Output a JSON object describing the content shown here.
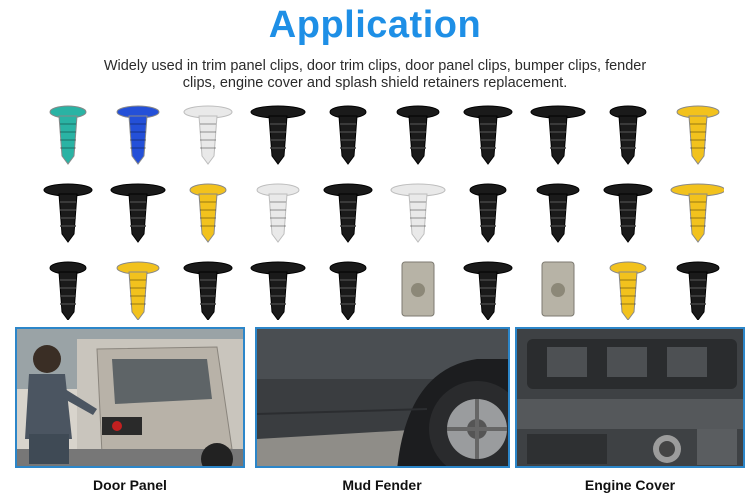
{
  "header": {
    "title": "Application",
    "description": "Widely used in trim panel clips, door trim clips, door panel clips, bumper clips, fender clips, engine cover and splash shield retainers replacement."
  },
  "colors": {
    "title_blue": "#1e8fe6",
    "panel_border": "#2c86c9",
    "clip_black": "#1a1a1a",
    "clip_teal": "#2ab3a4",
    "clip_blue": "#2450d8",
    "clip_white": "#e9e9e9",
    "clip_yellow": "#f2c21d",
    "clip_metal": "#b7b3a6"
  },
  "clips": [
    {
      "name": "teal-trim-clip-icon",
      "color": "teal"
    },
    {
      "name": "blue-trim-clip-icon",
      "color": "blue"
    },
    {
      "name": "white-trim-clip-icon",
      "color": "white"
    },
    {
      "name": "black-panel-clip-icon",
      "color": "black"
    },
    {
      "name": "black-fir-tree-clip-icon",
      "color": "black"
    },
    {
      "name": "black-push-rivet-icon",
      "color": "black"
    },
    {
      "name": "black-screw-clip-icon",
      "color": "black"
    },
    {
      "name": "black-prong-clip-icon",
      "color": "black"
    },
    {
      "name": "black-wing-clip-icon",
      "color": "black"
    },
    {
      "name": "yellow-fork-clip-icon",
      "color": "yellow"
    },
    {
      "name": "black-mushroom-clip-icon",
      "color": "black"
    },
    {
      "name": "black-square-clip-icon",
      "color": "black"
    },
    {
      "name": "yellow-flat-clip-icon",
      "color": "yellow"
    },
    {
      "name": "white-rivet-icon",
      "color": "white"
    },
    {
      "name": "black-push-pin-icon",
      "color": "black"
    },
    {
      "name": "white-nut-clip-icon",
      "color": "white"
    },
    {
      "name": "black-long-pin-icon",
      "color": "black"
    },
    {
      "name": "black-self-tap-screw-icon",
      "color": "black"
    },
    {
      "name": "black-bolt-icon",
      "color": "black"
    },
    {
      "name": "yellow-box-clip-icon",
      "color": "yellow"
    },
    {
      "name": "black-flange-clip-icon",
      "color": "black"
    },
    {
      "name": "yellow-bumper-clip-icon",
      "color": "yellow"
    },
    {
      "name": "black-narrow-clip-icon",
      "color": "black"
    },
    {
      "name": "black-ring-clip-icon",
      "color": "black"
    },
    {
      "name": "black-threaded-clip-icon",
      "color": "black"
    },
    {
      "name": "metal-u-nut-icon",
      "color": "metal"
    },
    {
      "name": "black-round-clip-icon",
      "color": "black"
    },
    {
      "name": "metal-speed-nut-icon",
      "color": "metal"
    },
    {
      "name": "yellow-retainer-icon",
      "color": "yellow"
    },
    {
      "name": "black-expansion-rivet-icon",
      "color": "black"
    }
  ],
  "applications": [
    {
      "label": "Door Panel",
      "photo": "door-panel-photo"
    },
    {
      "label": "Mud Fender",
      "photo": "mud-fender-photo"
    },
    {
      "label": "Engine Cover",
      "photo": "engine-cover-photo"
    }
  ]
}
